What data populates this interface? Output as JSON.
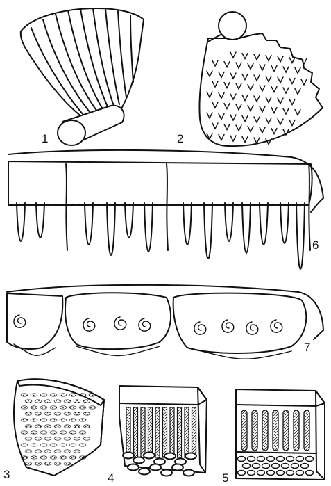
{
  "figure": {
    "labels": {
      "fig1": "1",
      "fig2": "2",
      "fig3": "3",
      "fig4": "4",
      "fig5": "5",
      "fig6": "6",
      "fig7": "7"
    }
  },
  "style": {
    "ink": "#111111",
    "background": "#ffffff"
  }
}
